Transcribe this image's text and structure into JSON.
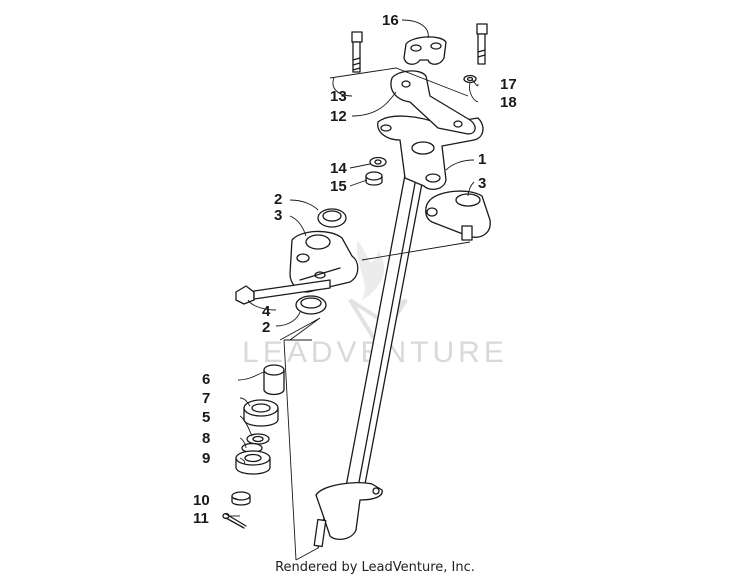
{
  "diagram": {
    "callouts": {
      "c1": "1",
      "c2a": "2",
      "c2b": "2",
      "c3a": "3",
      "c3b": "3",
      "c4": "4",
      "c5": "5",
      "c6": "6",
      "c7": "7",
      "c8": "8",
      "c9": "9",
      "c10": "10",
      "c11": "11",
      "c12": "12",
      "c13": "13",
      "c14": "14",
      "c15": "15",
      "c16": "16",
      "c17": "17",
      "c18": "18"
    },
    "watermark": "LEADVENTURE"
  },
  "footer": {
    "text": "Rendered by LeadVenture, Inc."
  }
}
